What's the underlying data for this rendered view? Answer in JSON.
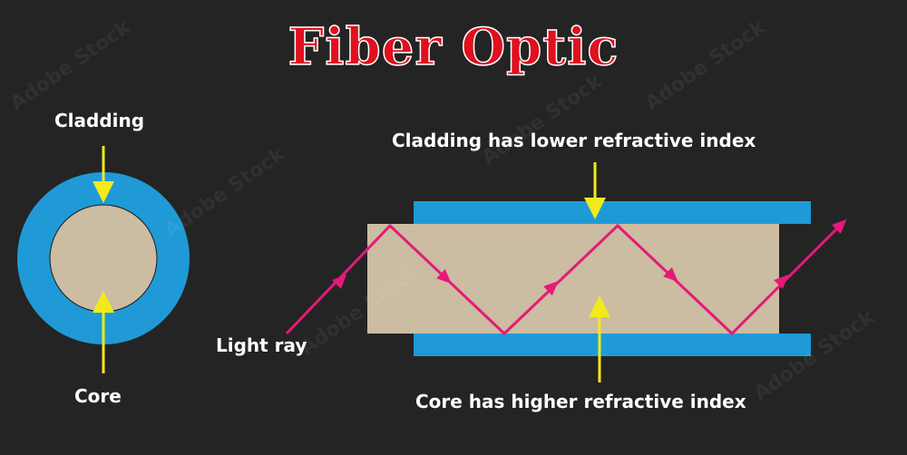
{
  "title": "Fiber Optic",
  "labels": {
    "cladding": "Cladding",
    "core": "Core",
    "light_ray": "Light ray",
    "cladding_lower": "Cladding has lower refractive index",
    "core_higher": "Core has higher refractive index"
  },
  "watermark": {
    "text": "Adobe Stock",
    "stock_id": "#542553679"
  },
  "colors": {
    "background": "#242424",
    "title": "#e0101e",
    "cladding": "#1f9ad6",
    "core": "#cbbca2",
    "light_ray": "#e6197a",
    "pointer_arrow": "#f2ea1a",
    "text": "#ffffff"
  }
}
